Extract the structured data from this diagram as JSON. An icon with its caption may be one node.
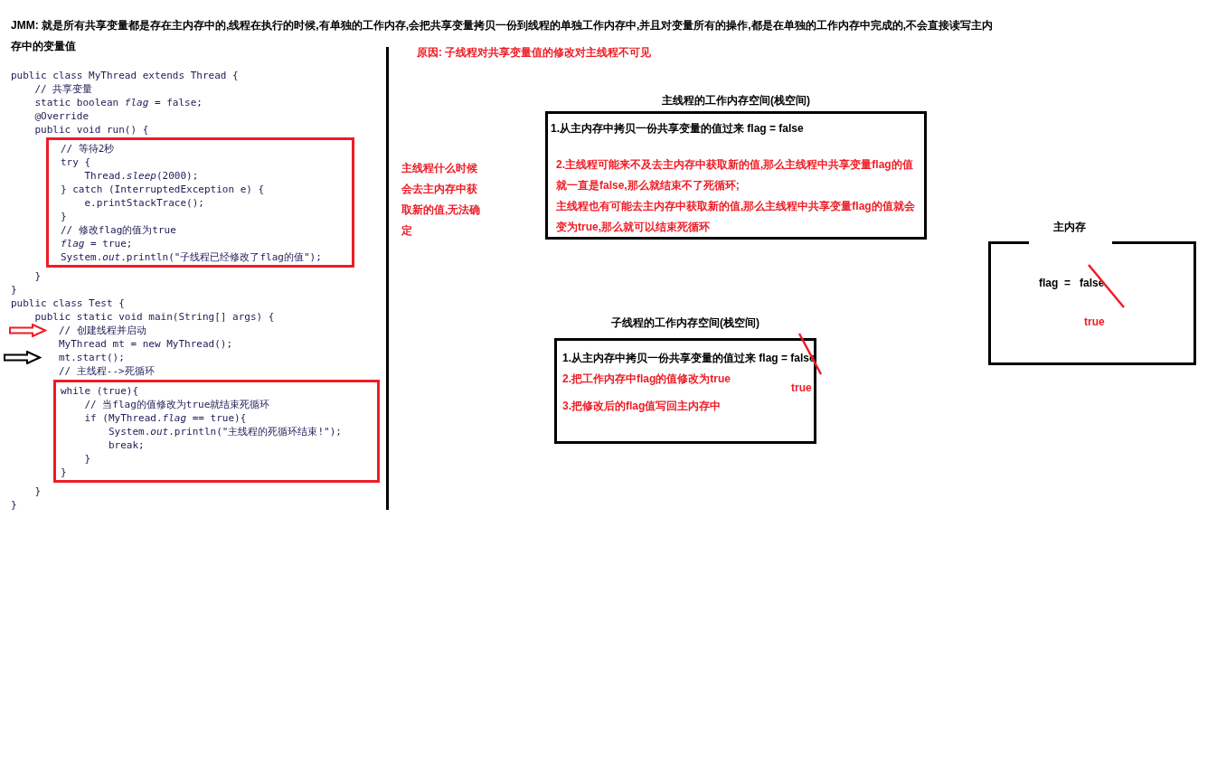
{
  "diagram": {
    "title": "JMM:  就是所有共享变量都是存在主内存中的,线程在执行的时候,有单独的工作内存,会把共享变量拷贝一份到线程的单独工作内存中,并且对变量所有的操作,都是在单独的工作内存中完成的,不会直接读写主内存中的变量值",
    "nodes": [
      {
        "text": [
          "// 等待2秒",
          "try {",
          "Thread.*sleep*(2000);",
          "} catch (InterruptedException e) {",
          "e.printStackTrace();",
          "}",
          "// 修改flag的值为true",
          "*flag* = true;",
          "System.*out*.println(\"子线程已经修改了flag的值\");"
        ]
      },
      {
        "text": [
          "while (true){",
          "// 当flag的值修改为true就结束死循环",
          "if (MyThread.*flag* == true){",
          "System.*out*.println(\"主线程的死循环结束!\");",
          "break;",
          "}",
          "}"
        ]
      },
      {
        "text": [
          "主线程的工作内存空间(栈空间)",
          "1.从主内存中拷贝一份共享变量的值过来  flag = false",
          "2.主线程可能来不及去主内存中获取新的值,那么主线程中共享变量flag的值就一直是false,那么就结束不了死循环;",
          "主线程也有可能去主内存中获取新的值,那么主线程中共享变量flag的值就会变为true,那么就可以结束死循环"
        ]
      },
      {
        "text": [
          "子线程的工作内存空间(栈空间)",
          "1.从主内存中拷贝一份共享变量的值过来  flag = false",
          "2.把工作内存中flag的值修改为true",
          "3.把修改后的flag值写回主内存中",
          "true"
        ]
      },
      {
        "text": [
          "主内存",
          "flag  =   false",
          "true"
        ]
      }
    ],
    "labels": [
      "public class MyThread extends Thread {",
      "// 共享变量",
      "static boolean *flag* = false;",
      "@Override",
      "public void run() {",
      "}",
      "}",
      "public class Test {",
      "public static void main(String[] args) {",
      "// 创建线程并启动",
      "MyThread mt = new MyThread();",
      "mt.start();",
      "// 主线程-->死循环",
      "}",
      "}",
      "原因: 子线程对共享变量值的修改对主线程不可见",
      "主线程什么时候会去主内存中获取新的值,无法确定"
    ]
  }
}
